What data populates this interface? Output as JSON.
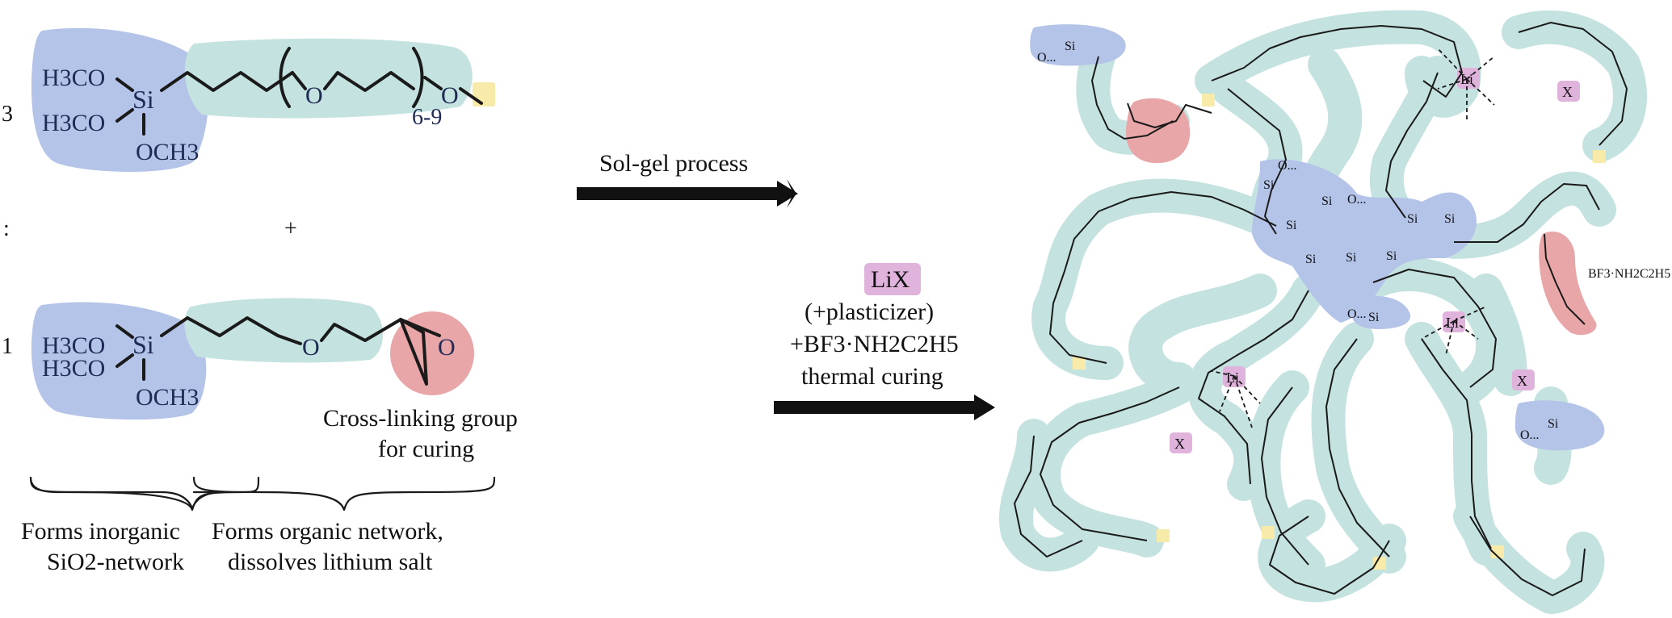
{
  "left": {
    "ratio_top": "3",
    "ratio_colon": ":",
    "ratio_bottom": "1",
    "plus": "+",
    "methoxy_1": "H3CO",
    "methoxy_2": "H3CO",
    "methoxy_3": "OCH3",
    "silicon": "Si",
    "oxygen": "O",
    "repeat": "6-9",
    "crosslink_note_line1": "Cross-linking group",
    "crosslink_note_line2": "for curing",
    "brace_left_line1": "Forms inorganic",
    "brace_left_line2": "SiO2-network",
    "brace_right_line1": "Forms organic network,",
    "brace_right_line2": "dissolves lithium salt"
  },
  "arrows": {
    "step1_label": "Sol-gel process",
    "step2_salt": "LiX",
    "step2_plus": "+",
    "step2_line2": "(+plasticizer)",
    "step2_line3": "+BF3·NH2C2H5",
    "step2_line4": "thermal curing"
  },
  "network": {
    "li_label": "Li",
    "anion_label": "X",
    "silicon": "Si",
    "oxygen": "O",
    "dangling_o": "O...",
    "bf3_label": "BF3·NH2C2H5"
  },
  "colors": {
    "siloxane": "#b4c4e8",
    "peg": "#c4e2df",
    "epoxide": "#e8a6a8",
    "end_group": "#f8eaa8",
    "lithium": "#dfb3dc"
  }
}
